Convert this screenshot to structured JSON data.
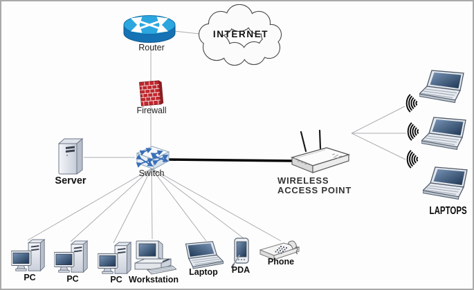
{
  "nodes": {
    "internet": {
      "label": "INTERNET",
      "type": "cloud"
    },
    "router": {
      "label": "Router",
      "type": "router"
    },
    "firewall": {
      "label": "Firewall",
      "type": "firewall"
    },
    "server": {
      "label": "Server",
      "type": "server"
    },
    "switch": {
      "label": "Switch",
      "type": "switch"
    },
    "wireless_access_point": {
      "label_line1": "WIRELESS",
      "label_line2": "ACCESS POINT",
      "type": "wireless-access-point"
    },
    "laptops_group": {
      "label": "LAPTOPS",
      "count": 3
    },
    "pc1": {
      "label": "PC"
    },
    "pc2": {
      "label": "PC"
    },
    "pc3": {
      "label": "PC"
    },
    "workstation": {
      "label": "Workstation"
    },
    "laptop": {
      "label": "Laptop"
    },
    "pda": {
      "label": "PDA"
    },
    "phone": {
      "label": "Phone"
    }
  },
  "connections": [
    {
      "from": "router",
      "to": "internet",
      "style": "thin"
    },
    {
      "from": "router",
      "to": "firewall",
      "style": "thin"
    },
    {
      "from": "firewall",
      "to": "switch",
      "style": "thin"
    },
    {
      "from": "server",
      "to": "switch",
      "style": "thin"
    },
    {
      "from": "switch",
      "to": "wireless_access_point",
      "style": "thick"
    },
    {
      "from": "switch",
      "to": "pc1",
      "style": "thin"
    },
    {
      "from": "switch",
      "to": "pc2",
      "style": "thin"
    },
    {
      "from": "switch",
      "to": "pc3",
      "style": "thin"
    },
    {
      "from": "switch",
      "to": "workstation",
      "style": "thin"
    },
    {
      "from": "switch",
      "to": "laptop",
      "style": "thin"
    },
    {
      "from": "switch",
      "to": "pda",
      "style": "thin"
    },
    {
      "from": "switch",
      "to": "phone",
      "style": "thin"
    },
    {
      "from": "wireless_access_point",
      "to": "wireless-laptop-1",
      "style": "thin"
    },
    {
      "from": "wireless_access_point",
      "to": "wireless-laptop-2",
      "style": "thin"
    },
    {
      "from": "wireless_access_point",
      "to": "wireless-laptop-3",
      "style": "thin"
    }
  ],
  "icons": [
    "cloud-icon",
    "router-icon",
    "firewall-icon",
    "server-icon",
    "switch-icon",
    "wireless-access-point-icon",
    "laptop-icon",
    "wifi-signal-icon",
    "pc-icon",
    "workstation-icon",
    "pda-icon",
    "phone-icon"
  ],
  "colors": {
    "router_top": "#2CA6DF",
    "router_side": "#1572B4",
    "firewall_red": "#C1272D",
    "screen_blue_dark": "#1C3552",
    "screen_blue_light": "#7A95B8",
    "line_gray": "#A9ADB0",
    "thick_line": "#050505",
    "cloud_outline": "#4A4A4A",
    "frame_border": "#A9A9A9"
  }
}
